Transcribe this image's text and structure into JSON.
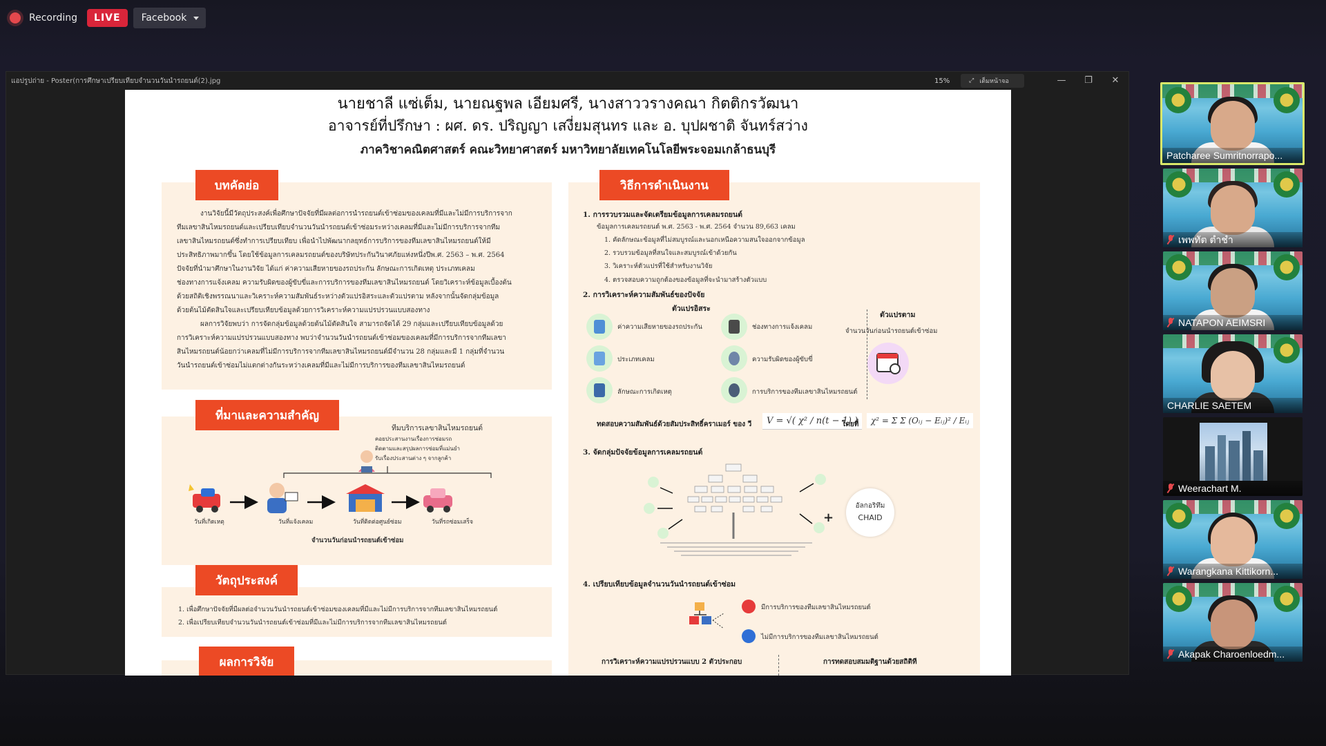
{
  "topbar": {
    "recording_label": "Recording",
    "live_label": "LIVE",
    "platform": "Facebook"
  },
  "viewer": {
    "title": "แอปรูปถ่าย - Poster(การศึกษาเปรียบเทียบจำนวนวันนำรถยนต์(2).jpg",
    "zoom": "15%",
    "fullscreen_label": "เต็มหน้าจอ",
    "minimize": "—",
    "restore": "❐",
    "close": "✕"
  },
  "poster": {
    "authors": "นายชาลี แซ่เต็ม, นายณฐพล เอียมศรี, นางสาววรางคณา กิตติกรวัฒนา",
    "advisors": "อาจารย์ที่ปรึกษา : ผศ. ดร. ปริญญา เสงี่ยมสุนทร และ อ. บุปผชาติ จันทร์สว่าง",
    "department": "ภาควิชาคณิตศาสตร์ คณะวิทยาศาสตร์ มหาวิทยาลัยเทคโนโลยีพระจอมเกล้าธนบุรี",
    "sections": {
      "abstract": "บทคัดย่อ",
      "background": "ที่มาและความสำคัญ",
      "objectives": "วัตถุประสงค์",
      "results": "ผลการวิจัย",
      "methods": "วิธีการดำเนินงาน"
    },
    "abstract_text": [
      "งานวิจัยนี้มีวัตถุประสงค์เพื่อศึกษาปัจจัยที่มีผลต่อการนำรถยนต์เข้าซ่อมของเคลมที่มีและไม่มีการบริการจาก",
      "ทีมเลขาสินไหมรถยนต์และเปรียบเทียบจำนวนวันนำรถยนต์เข้าซ่อมระหว่างเคลมที่มีและไม่มีการบริการจากทีม",
      "เลขาสินไหมรถยนต์ซึ่งทำการเปรียบเทียบ เพื่อนำไปพัฒนากลยุทธ์การบริการของทีมเลขาสินไหมรถยนต์ให้มี",
      "ประสิทธิภาพมากขึ้น โดยใช้ข้อมูลการเคลมรถยนต์ของบริษัทประกันวินาศภัยแห่งหนึ่งปีพ.ศ. 2563 – พ.ศ. 2564",
      "ปัจจัยที่นำมาศึกษาในงานวิจัย ได้แก่ ค่าความเสียหายของรถประกัน ลักษณะการเกิดเหตุ ประเภทเคลม",
      "ช่องทางการแจ้งเคลม ความรับผิดของผู้ขับขี่และการบริการของทีมเลขาสินไหมรถยนต์ โดยวิเคราะห์ข้อมูลเบื้องต้น",
      "ด้วยสถิติเชิงพรรณนาและวิเคราะห์ความสัมพันธ์ระหว่างตัวแปรอิสระและตัวแปรตาม หลังจากนั้นจัดกลุ่มข้อมูล",
      "ด้วยต้นไม้ตัดสินใจและเปรียบเทียบข้อมูลด้วยการวิเคราะห์ความแปรปรวนแบบสองทาง",
      "ผลการวิจัยพบว่า การจัดกลุ่มข้อมูลด้วยต้นไม้ตัดสินใจ สามารถจัดได้ 29 กลุ่มและเปรียบเทียบข้อมูลด้วย",
      "การวิเคราะห์ความแปรปรวนแบบสองทาง พบว่าจำนวนวันนำรถยนต์เข้าซ่อมของเคลมที่มีการบริการจากทีมเลขา",
      "สินไหมรถยนต์น้อยกว่าเคลมที่ไม่มีการบริการจากทีมเลขาสินไหมรถยนต์มีจำนวน 28 กลุ่มและมี 1 กลุ่มที่จำนวน",
      "วันนำรถยนต์เข้าซ่อมไม่แตกต่างกันระหว่างเคลมที่มีและไม่มีการบริการของทีมเลขาสินไหมรถยนต์"
    ],
    "background_diagram": {
      "service_title": "ทีมบริการเลขาสินไหมรถยนต์",
      "service_lines": [
        "คอยประสานงานเรื่องการซ่อมรถ",
        "ติดตามและสรุปผลการซ่อมที่แม่นยำ",
        "รับเรื่องประสานต่าง ๆ จากลูกค้า"
      ],
      "steps": [
        "วันที่เกิดเหตุ",
        "วันที่แจ้งเคลม",
        "วันที่ติดต่อศูนย์ซ่อม",
        "วันที่รถซ่อมเสร็จ"
      ],
      "caption": "จำนวนวันก่อนนำรถยนต์เข้าซ่อม"
    },
    "objectives_list": [
      "1. เพื่อศึกษาปัจจัยที่มีผลต่อจำนวนวันนำรถยนต์เข้าซ่อมของเคลมที่มีและไม่มีการบริการจากทีมเลขาสินไหมรถยนต์",
      "2. เพื่อเปรียบเทียบจำนวนวันนำรถยนต์เข้าซ่อมที่มีและไม่มีการบริการจากทีมเลขาสินไหมรถยนต์"
    ],
    "methods": {
      "step1_title": "1. การรวบรวมและจัดเตรียมข้อมูลการเคลมรถยนต์",
      "step1_desc": "ข้อมูลการเคลมรถยนต์ พ.ศ. 2563 - พ.ศ. 2564 จำนวน 89,663 เคลม",
      "step1_items": [
        "1. คัดลักษณะข้อมูลที่ไม่สมบูรณ์และนอกเหนือความสนใจออกจากข้อมูล",
        "2. รวบรวมข้อมูลที่สนใจและสมบูรณ์เข้าด้วยกัน",
        "3. วิเคราะห์ตัวแปรที่ใช้สำหรับงานวิจัย",
        "4. ตรวจสอบความถูกต้องของข้อมูลที่จะนำมาสร้างตัวแบบ"
      ],
      "step2_title": "2. การวิเคราะห์ความสัมพันธ์ของปัจจัย",
      "independent_label": "ตัวแปรอิสระ",
      "dependent_label": "ตัวแปรตาม",
      "dependent_value": "จำนวนวันก่อนนำรถยนต์เข้าซ่อม",
      "factors": [
        "ค่าความเสียหายของรถประกัน",
        "ช่องทางการแจ้งเคลม",
        "ประเภทเคลม",
        "ความรับผิดของผู้ขับขี่",
        "ลักษณะการเกิดเหตุ",
        "การบริการของทีมเลขาสินไหมรถยนต์"
      ],
      "test_text": "ทดสอบความสัมพันธ์ด้วยสัมประสิทธิ์คราเมอร์ ของ วี",
      "formula_v": "V = √( χ² / n(t − 1) )",
      "formula_where": "โดยที่",
      "formula_chi": "χ² = Σ Σ (Oᵢⱼ − Eᵢⱼ)² / Eᵢⱼ",
      "step3_title": "3. จัดกลุ่มปัจจัยข้อมูลการเคลมรถยนต์",
      "algo_label": "อัลกอริทึม",
      "algo_name": "CHAID",
      "plus": "+",
      "step4_title": "4. เปรียบเทียบข้อมูลจำนวนวันนำรถยนต์เข้าซ่อม",
      "legend_with": "มีการบริการของทีมเลขาสินไหมรถยนต์",
      "legend_without": "ไม่มีการบริการของทีมเลขาสินไหมรถยนต์",
      "bottom_left": "การวิเคราะห์ความแปรปรวนแบบ 2 ตัวประกอบ",
      "bottom_right": "การทดสอบสมมติฐานด้วยสถิติที"
    },
    "colors": {
      "accent": "#ec4a25",
      "panel": "#fdf1e3",
      "with": "#e63b3b",
      "without": "#2f6fd6"
    }
  },
  "participants": [
    {
      "name": "Patcharee Sumritnorrapo...",
      "muted": false,
      "active": true,
      "kind": "person-f"
    },
    {
      "name": "เพพทัต ตำชำ",
      "muted": true,
      "active": false,
      "kind": "person-m"
    },
    {
      "name": "NATAPON AEIMSRI",
      "muted": true,
      "active": false,
      "kind": "person-m"
    },
    {
      "name": "CHARLIE SAETEM",
      "muted": false,
      "active": false,
      "kind": "person-h"
    },
    {
      "name": "Weerachart M.",
      "muted": true,
      "active": false,
      "kind": "city"
    },
    {
      "name": "Warangkana Kittikorn...",
      "muted": true,
      "active": false,
      "kind": "person-f"
    },
    {
      "name": "Akapak Charoenloedm...",
      "muted": true,
      "active": false,
      "kind": "person-m"
    }
  ]
}
